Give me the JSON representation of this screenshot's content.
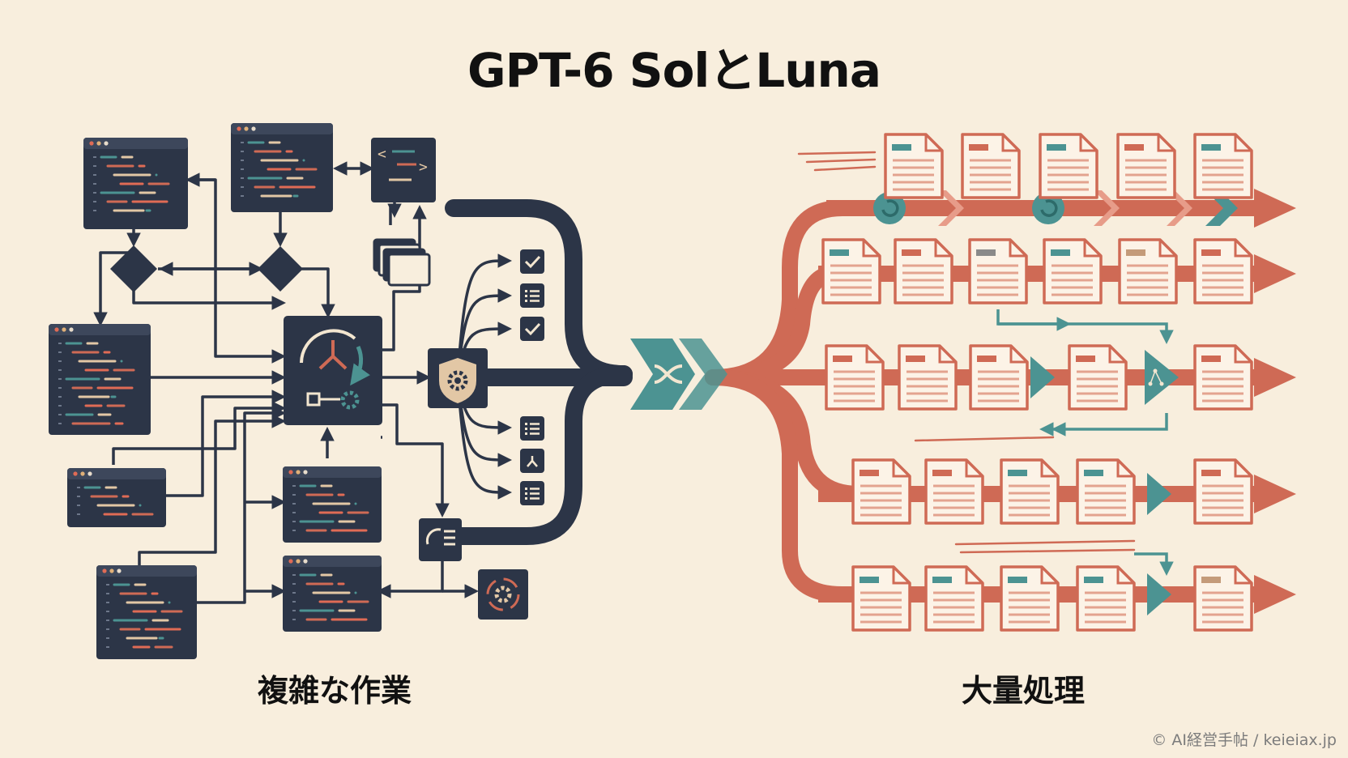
{
  "title": "GPT-6 SolとLuna",
  "left_label": "複雑な作業",
  "right_label": "大量処理",
  "credit": "© AI経営手帖 / keieiax.jp",
  "colors": {
    "background": "#f8eedd",
    "navy": "#2c3547",
    "teal": "#4c9392",
    "coral": "#cf6a55",
    "paper": "#fcf3e7",
    "beige": "#e2c7a5"
  },
  "icons": [
    "code-window-icon",
    "decision-diamond-icon",
    "folder-stack-icon",
    "workflow-hub-icon",
    "shield-gear-icon",
    "checkbox-icon",
    "list-icon",
    "branch-icon",
    "cycle-gears-icon",
    "shuffle-icon",
    "document-icon",
    "refresh-icon",
    "chevron-right-icon",
    "arrow-right-icon",
    "network-icon"
  ]
}
